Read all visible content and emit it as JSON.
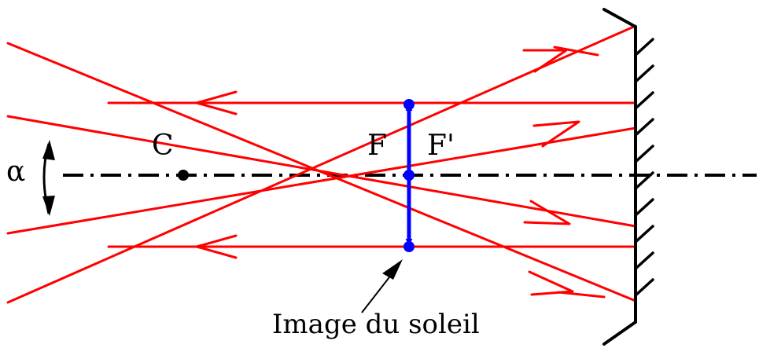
{
  "labels": {
    "center": "C",
    "focus_object": "F",
    "focus_image": "F'",
    "angle": "α",
    "caption": "Image du soleil"
  },
  "colors": {
    "ray": "#ff0000",
    "lens": "#0000ff",
    "axis": "#000000"
  }
}
